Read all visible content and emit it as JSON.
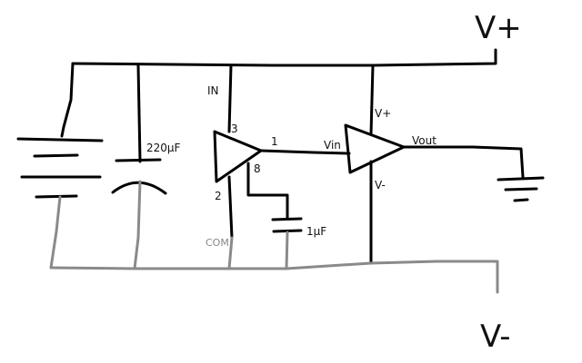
{
  "labels": {
    "v_plus": "V+",
    "v_minus": "V-",
    "cap_large": "220µF",
    "cap_small": "1µF",
    "reg_in": "IN",
    "reg_com": "COM",
    "pin3": "3",
    "pin1": "1",
    "pin2": "2",
    "pin8": "8",
    "vin": "Vin",
    "vout": "Vout",
    "amp_vplus": "V+",
    "amp_vminus": "V-"
  }
}
